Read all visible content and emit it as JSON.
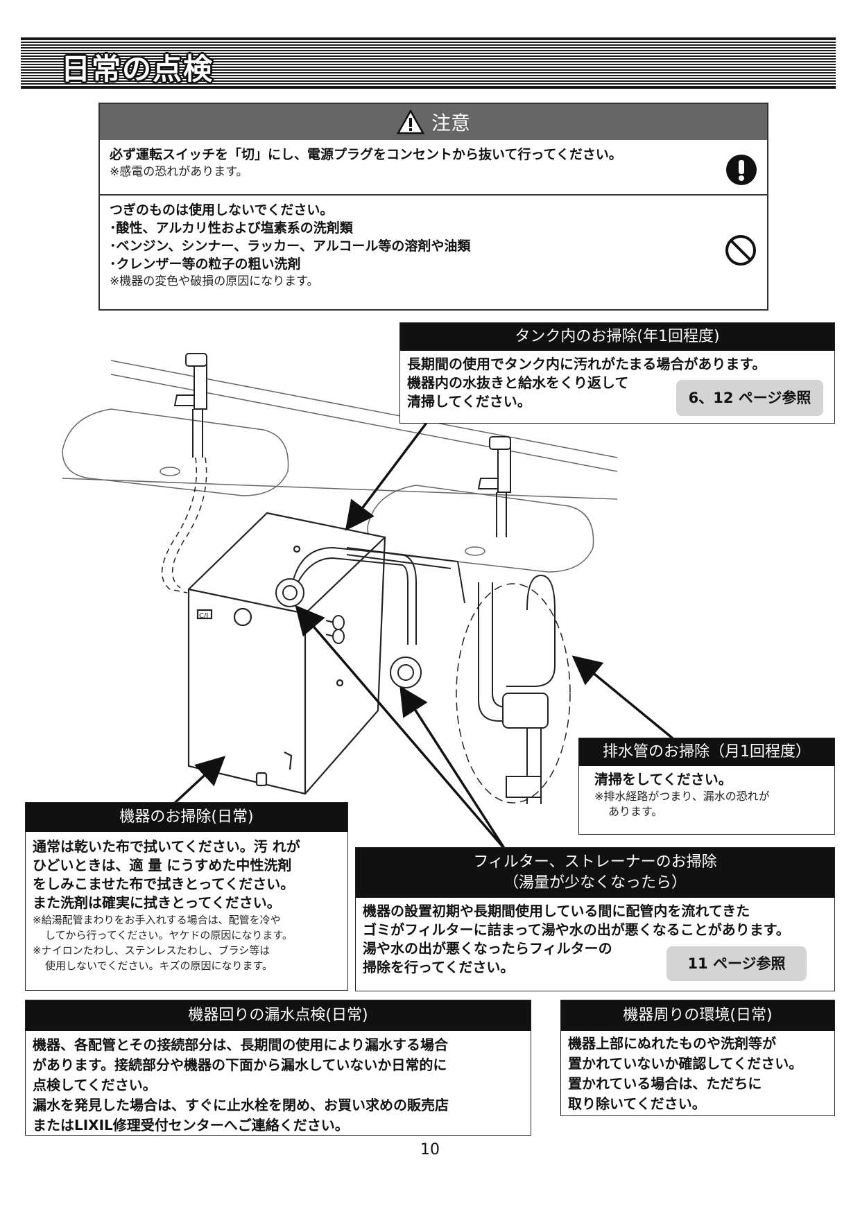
{
  "page": {
    "title": "日常の点検",
    "page_number": "10"
  },
  "caution": {
    "header": "注意",
    "warning_main": "必ず運転スイッチを「切」にし、電源プラグをコンセントから抜いて行ってください。",
    "warning_note": "※感電の恐れがあります。",
    "prohibit_lines": [
      "つぎのものは使用しないでください。",
      "･酸性、アルカリ性および塩素系の洗剤類",
      "･ベンジン、シンナー、ラッカー、アルコール等の溶剤や油類",
      "･クレンザー等の粒子の粗い洗剤"
    ],
    "prohibit_note": "※機器の変色や破損の原因になります。"
  },
  "tank": {
    "title": "タンク内のお掃除(年1回程度)",
    "lines": [
      "長期間の使用でタンク内に汚れがたまる場合があります。",
      "機器内の水抜きと給水をくり返して",
      "清掃してください。"
    ],
    "ref": "6、12 ページ参照"
  },
  "drain": {
    "title": "排水管のお掃除（月1回程度）",
    "line": "清掃をしてください。",
    "note_lines": [
      "※排水経路がつまり、漏水の恐れが",
      "あります。"
    ]
  },
  "unit": {
    "title": "機器のお掃除(日常)",
    "lines": [
      "通常は乾いた布で拭いてください。汚 れが",
      "ひどいときは、適 量 にうすめた中性洗剤",
      "をしみこませた布で拭きとってください。",
      "また洗剤は確実に拭きとってください。"
    ],
    "notes": [
      "※給湯配管まわりをお手入れする場合は、配管を冷や",
      "してから行ってください。ヤケドの原因になります。",
      "※ナイロンたわし、ステンレスたわし、ブラシ等は",
      "使用しないでください。キズの原因になります。"
    ]
  },
  "filter": {
    "title_lines": [
      "フィルター、ストレーナーのお掃除",
      "（湯量が少なくなったら）"
    ],
    "lines": [
      "機器の設置初期や長期間使用している間に配管内を流れてきた",
      "ゴミがフィルターに詰まって湯や水の出が悪くなることがあります。",
      "湯や水の出が悪くなったらフィルターの",
      "掃除を行ってください。"
    ],
    "ref": "11 ページ参照"
  },
  "leak": {
    "title": "機器回りの漏水点検(日常)",
    "lines": [
      "機器、各配管とその接続部分は、長期間の使用により漏水する場合",
      "があります。接続部分や機器の下面から漏水していないか日常的に",
      "点検してください。",
      "漏水を発見した場合は、すぐに止水栓を閉め、お買い求めの販売店",
      "またはLIXIL修理受付センターへご連絡ください。"
    ]
  },
  "env": {
    "title": "機器周りの環境(日常)",
    "lines": [
      "機器上部にぬれたものや洗剤等が",
      "置かれていないか確認してください。",
      "置かれている場合は、ただちに",
      "取り除いてください。"
    ]
  },
  "diagram": {
    "unit_label": "C/I"
  },
  "colors": {
    "header_dark": "#111111",
    "caution_header": "#666666",
    "ref_badge": "#d4d4d4"
  },
  "icons": [
    "warning-triangle-icon",
    "exclamation-mandatory-icon",
    "prohibition-icon"
  ]
}
